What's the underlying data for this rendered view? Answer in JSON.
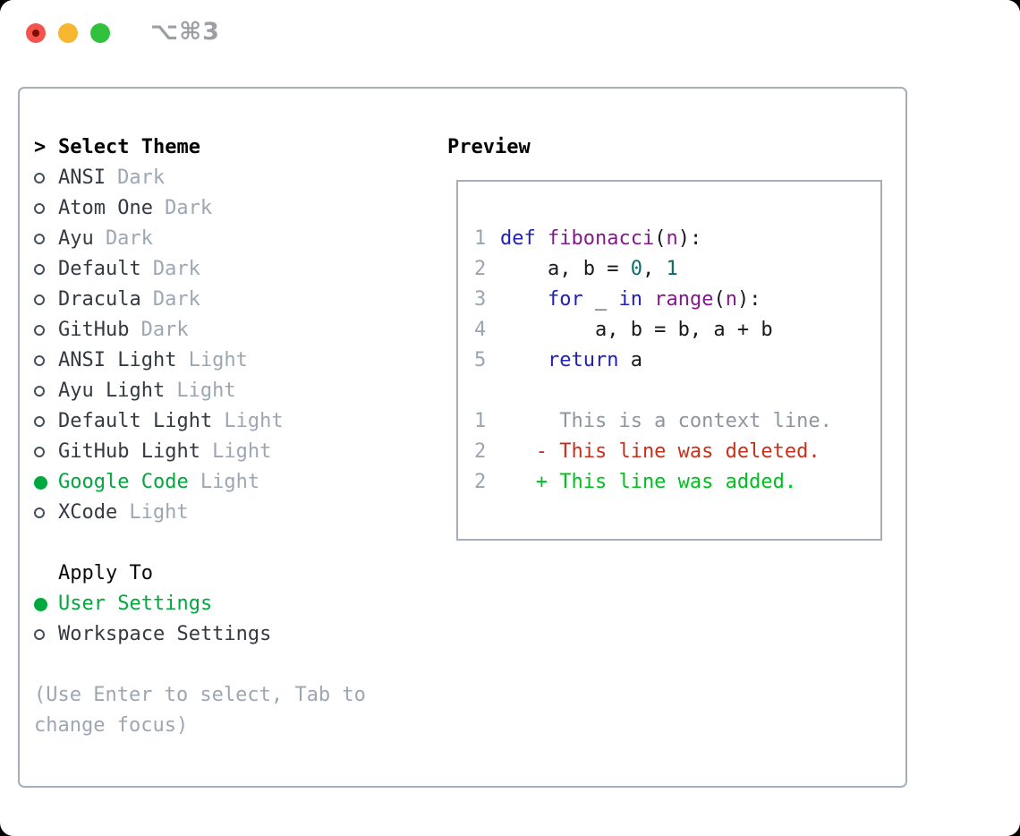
{
  "window": {
    "title": "⌥⌘3",
    "traffic_lights": {
      "close": "close-button",
      "minimize": "minimize-button",
      "zoom": "zoom-button"
    }
  },
  "colors": {
    "ui_green": "#00a83e",
    "name_text": "#333a42",
    "variant_text": "#9da7b3",
    "hint_text": "#9da7b3",
    "border_gray": "#a6aeb9",
    "traffic_red": "#f4544d",
    "traffic_red_dot": "#7e0d05",
    "traffic_yellow": "#f6b62f",
    "traffic_green": "#32c13c"
  },
  "theme_selector": {
    "header": {
      "prefix": ">",
      "label": "Select Theme"
    },
    "items": [
      {
        "name": "ANSI",
        "variant": "Dark",
        "selected": false
      },
      {
        "name": "Atom One",
        "variant": "Dark",
        "selected": false
      },
      {
        "name": "Ayu",
        "variant": "Dark",
        "selected": false
      },
      {
        "name": "Default",
        "variant": "Dark",
        "selected": false
      },
      {
        "name": "Dracula",
        "variant": "Dark",
        "selected": false
      },
      {
        "name": "GitHub",
        "variant": "Dark",
        "selected": false
      },
      {
        "name": "ANSI Light",
        "variant": "Light",
        "selected": false
      },
      {
        "name": "Ayu Light",
        "variant": "Light",
        "selected": false
      },
      {
        "name": "Default Light",
        "variant": "Light",
        "selected": false
      },
      {
        "name": "GitHub Light",
        "variant": "Light",
        "selected": false
      },
      {
        "name": "Google Code",
        "variant": "Light",
        "selected": true
      },
      {
        "name": "XCode",
        "variant": "Light",
        "selected": false
      }
    ]
  },
  "apply_to": {
    "label": "Apply To",
    "options": [
      {
        "name": "User Settings",
        "selected": true
      },
      {
        "name": "Workspace Settings",
        "selected": false
      }
    ]
  },
  "hint": {
    "line1": "(Use Enter to select, Tab to",
    "line2": "change focus)"
  },
  "preview": {
    "label": "Preview",
    "colors": {
      "keyword": "#2020bb",
      "function": "#821a8c",
      "literal": "#0c6b6b",
      "plain": "#15181c",
      "line_number": "#9aa5b1",
      "context": "#8e959e",
      "deleted": "#c9301c",
      "added": "#00c01e"
    },
    "code_lines": [
      {
        "number": "1",
        "tokens": [
          {
            "text": "def",
            "style": "keyword"
          },
          {
            "text": " ",
            "style": "plain"
          },
          {
            "text": "fibonacci",
            "style": "function"
          },
          {
            "text": "(",
            "style": "plain"
          },
          {
            "text": "n",
            "style": "function"
          },
          {
            "text": "):",
            "style": "plain"
          }
        ]
      },
      {
        "number": "2",
        "tokens": [
          {
            "text": "    a, b = ",
            "style": "plain"
          },
          {
            "text": "0",
            "style": "literal"
          },
          {
            "text": ", ",
            "style": "plain"
          },
          {
            "text": "1",
            "style": "literal"
          }
        ]
      },
      {
        "number": "3",
        "tokens": [
          {
            "text": "    ",
            "style": "plain"
          },
          {
            "text": "for",
            "style": "keyword"
          },
          {
            "text": " _ ",
            "style": "plain"
          },
          {
            "text": "in",
            "style": "keyword"
          },
          {
            "text": " ",
            "style": "plain"
          },
          {
            "text": "range",
            "style": "function"
          },
          {
            "text": "(",
            "style": "plain"
          },
          {
            "text": "n",
            "style": "function"
          },
          {
            "text": "):",
            "style": "plain"
          }
        ]
      },
      {
        "number": "4",
        "tokens": [
          {
            "text": "        a, b = b, a + b",
            "style": "plain"
          }
        ]
      },
      {
        "number": "5",
        "tokens": [
          {
            "text": "    ",
            "style": "plain"
          },
          {
            "text": "return",
            "style": "keyword"
          },
          {
            "text": " a",
            "style": "plain"
          }
        ]
      }
    ],
    "diff_lines": [
      {
        "number": "1",
        "type": "context",
        "text": "     This is a context line."
      },
      {
        "number": "2",
        "type": "deleted",
        "text": "   - This line was deleted."
      },
      {
        "number": "2",
        "type": "added",
        "text": "   + This line was added."
      }
    ]
  }
}
